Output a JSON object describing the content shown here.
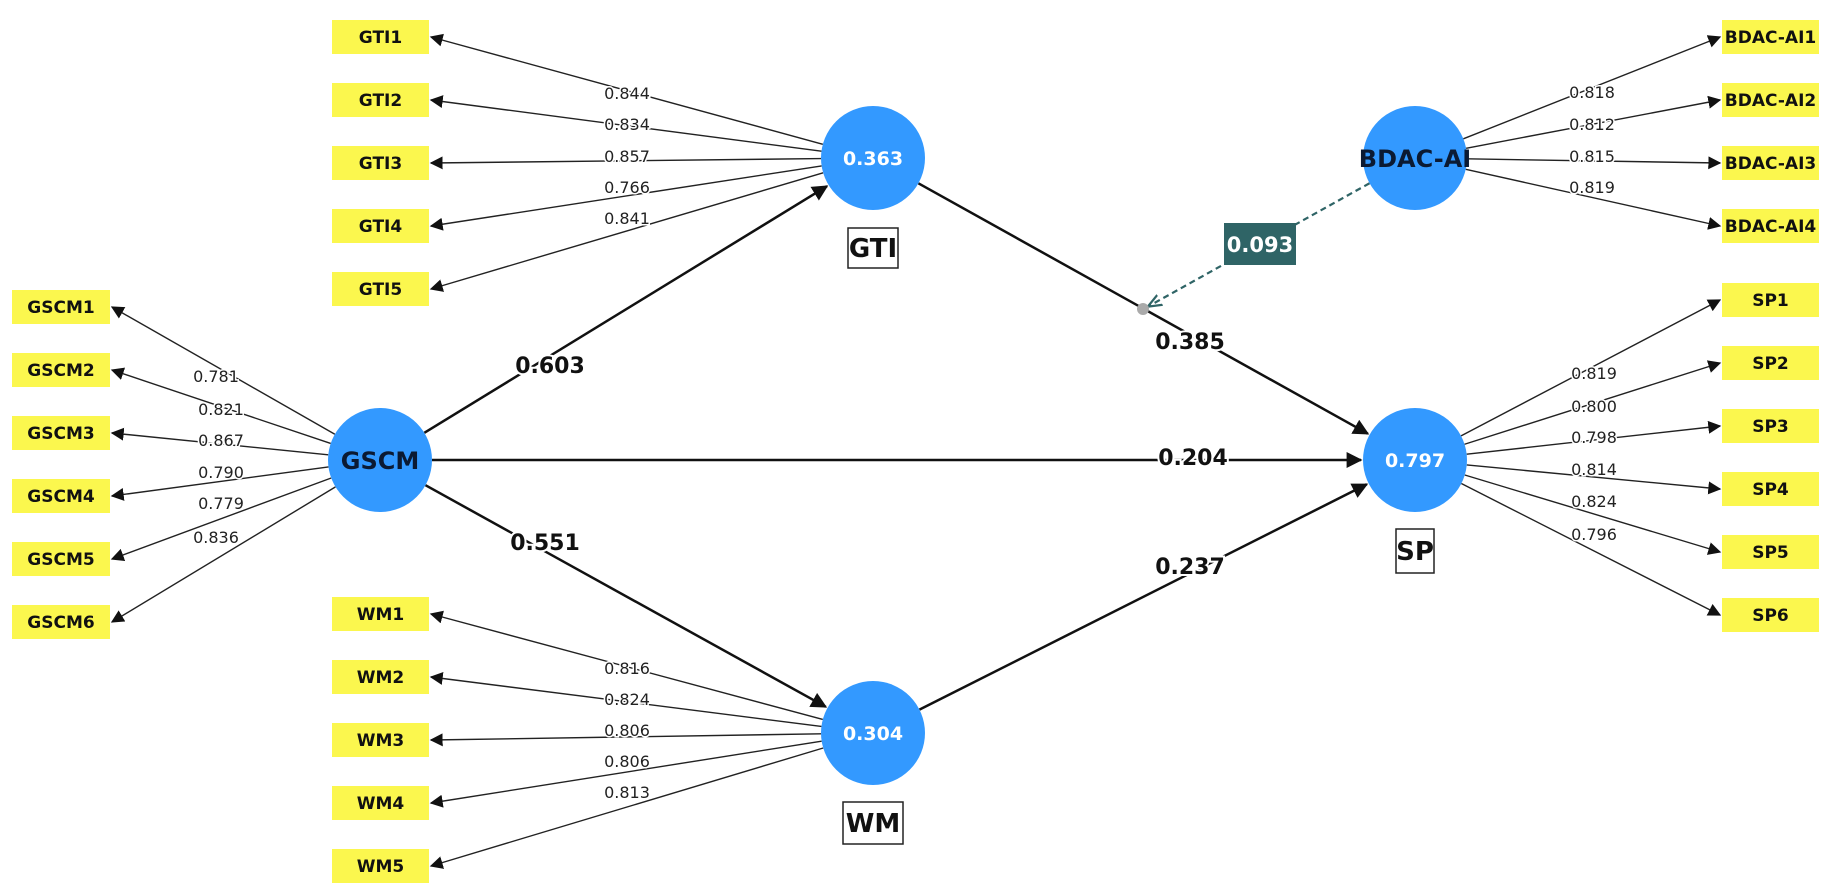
{
  "constructs": [
    {
      "id": "GSCM",
      "name": "GSCM",
      "r2": null
    },
    {
      "id": "GTI",
      "name": "GTI",
      "r2": "0.363"
    },
    {
      "id": "WM",
      "name": "WM",
      "r2": "0.304"
    },
    {
      "id": "SP",
      "name": "SP",
      "r2": "0.797"
    },
    {
      "id": "BDAC-AI",
      "name": "BDAC-AI",
      "r2": null
    }
  ],
  "indicators": [
    {
      "id": "GTI1",
      "construct": "GTI",
      "loading": "0.844"
    },
    {
      "id": "GTI2",
      "construct": "GTI",
      "loading": "0.834"
    },
    {
      "id": "GTI3",
      "construct": "GTI",
      "loading": "0.857"
    },
    {
      "id": "GTI4",
      "construct": "GTI",
      "loading": "0.766"
    },
    {
      "id": "GTI5",
      "construct": "GTI",
      "loading": "0.841"
    },
    {
      "id": "GSCM1",
      "construct": "GSCM",
      "loading": "0.781"
    },
    {
      "id": "GSCM2",
      "construct": "GSCM",
      "loading": "0.821"
    },
    {
      "id": "GSCM3",
      "construct": "GSCM",
      "loading": "0.867"
    },
    {
      "id": "GSCM4",
      "construct": "GSCM",
      "loading": "0.790"
    },
    {
      "id": "GSCM5",
      "construct": "GSCM",
      "loading": "0.779"
    },
    {
      "id": "GSCM6",
      "construct": "GSCM",
      "loading": "0.836"
    },
    {
      "id": "WM1",
      "construct": "WM",
      "loading": "0.816"
    },
    {
      "id": "WM2",
      "construct": "WM",
      "loading": "0.824"
    },
    {
      "id": "WM3",
      "construct": "WM",
      "loading": "0.806"
    },
    {
      "id": "WM4",
      "construct": "WM",
      "loading": "0.806"
    },
    {
      "id": "WM5",
      "construct": "WM",
      "loading": "0.813"
    },
    {
      "id": "BDAC-AI1",
      "construct": "BDAC-AI",
      "loading": "0.818"
    },
    {
      "id": "BDAC-AI2",
      "construct": "BDAC-AI",
      "loading": "0.812"
    },
    {
      "id": "BDAC-AI3",
      "construct": "BDAC-AI",
      "loading": "0.815"
    },
    {
      "id": "BDAC-AI4",
      "construct": "BDAC-AI",
      "loading": "0.819"
    },
    {
      "id": "SP1",
      "construct": "SP",
      "loading": "0.819"
    },
    {
      "id": "SP2",
      "construct": "SP",
      "loading": "0.800"
    },
    {
      "id": "SP3",
      "construct": "SP",
      "loading": "0.798"
    },
    {
      "id": "SP4",
      "construct": "SP",
      "loading": "0.814"
    },
    {
      "id": "SP5",
      "construct": "SP",
      "loading": "0.824"
    },
    {
      "id": "SP6",
      "construct": "SP",
      "loading": "0.796"
    }
  ],
  "paths": [
    {
      "from": "GSCM",
      "to": "GTI",
      "coef": "0.603"
    },
    {
      "from": "GSCM",
      "to": "WM",
      "coef": "0.551"
    },
    {
      "from": "GSCM",
      "to": "SP",
      "coef": "0.204"
    },
    {
      "from": "GTI",
      "to": "SP",
      "coef": "0.385"
    },
    {
      "from": "WM",
      "to": "SP",
      "coef": "0.237"
    }
  ],
  "moderation": {
    "from": "BDAC-AI",
    "on_path": "GTI -> SP",
    "coef": "0.093"
  },
  "colors": {
    "construct_fill": "#3399ff",
    "indicator_fill": "#fbf74e",
    "moderation": "#2f6466",
    "line": "#111111"
  }
}
